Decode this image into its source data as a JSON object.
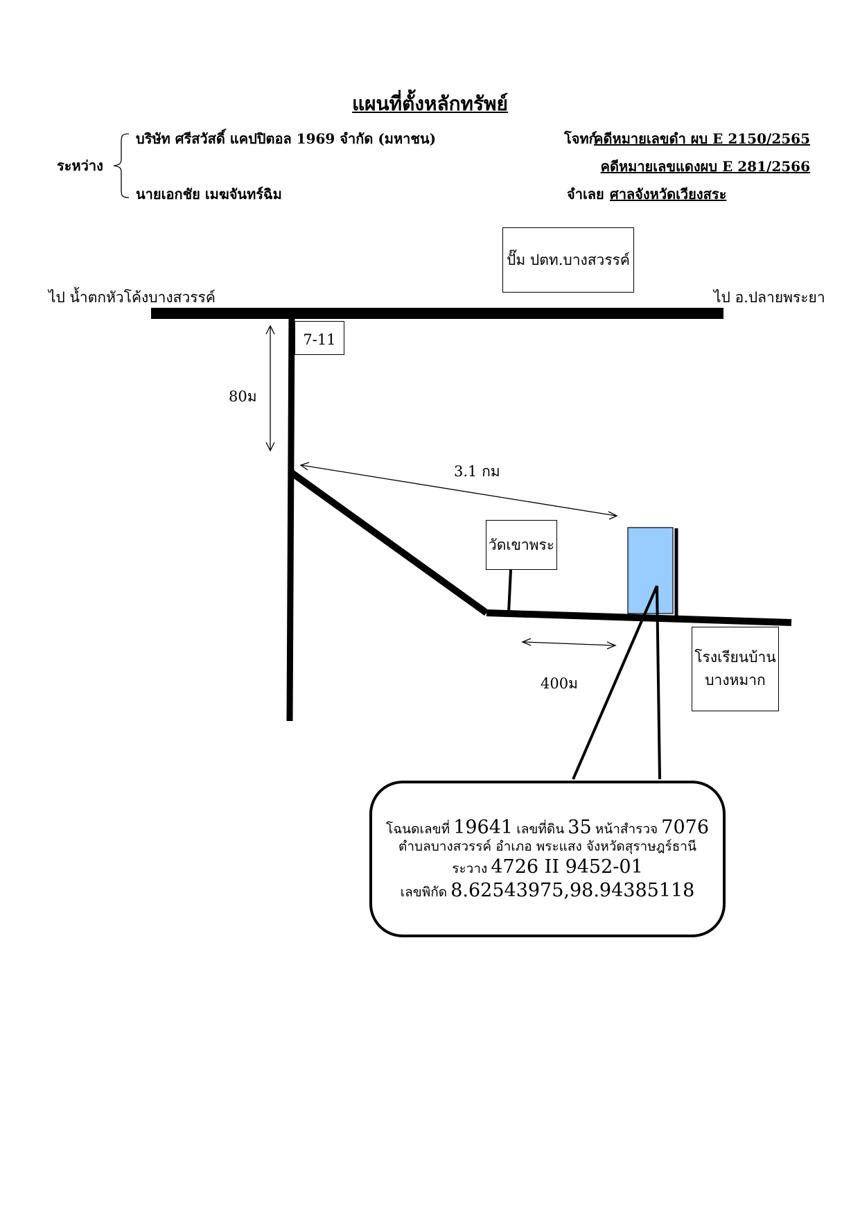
{
  "title": "แผนที่ตั้งหลักทรัพย์",
  "header": {
    "between_label": "ระหว่าง",
    "plaintiff_name": "บริษัท ศรีสวัสดิ์ แคปปิตอล 1969  จำกัด (มหาชน)",
    "defendant_name": "นายเอกชัย เมฆจันทร์ฉิม",
    "plaintiff_label": "โจทก์",
    "black_case": "คดีหมายเลขดำ  ผบ E 2150/2565",
    "red_case": "คดีหมายเลขแดงผบ E  281/2566",
    "defendant_label": "จำเลย",
    "court": "ศาลจังหวัดเวียงสระ"
  },
  "map": {
    "to_left": "ไป น้ำตกหัวโค้งบางสวรรค์",
    "to_right": "ไป อ.ปลายพระยา",
    "ptt_station": "ปั๊ม ปตท.บางสวรรค์",
    "seven_eleven": "7-11",
    "dist_80m": "80ม",
    "dist_3_1km": "3.1 กม",
    "temple": "วัดเขาพระ",
    "dist_400m": "400ม",
    "school_line1": "โรงเรียนบ้าน",
    "school_line2": "บางหมาก",
    "property_color": "#99ccff"
  },
  "callout": {
    "l1a": "โฉนดเลขที่",
    "l1b": "19641",
    "l1c": "เลขที่ดิน",
    "l1d": "35",
    "l1e": "หน้าสำรวจ",
    "l1f": "7076",
    "l2": "ตำบลบางสวรรค์  อำเภอ พระแสง  จังหวัดสุราษฎร์ธานี",
    "l3a": "ระวาง",
    "l3b": "4726 II 9452-01",
    "l4a": "เลขพิกัด",
    "l4b": "8.62543975,98.94385118"
  }
}
